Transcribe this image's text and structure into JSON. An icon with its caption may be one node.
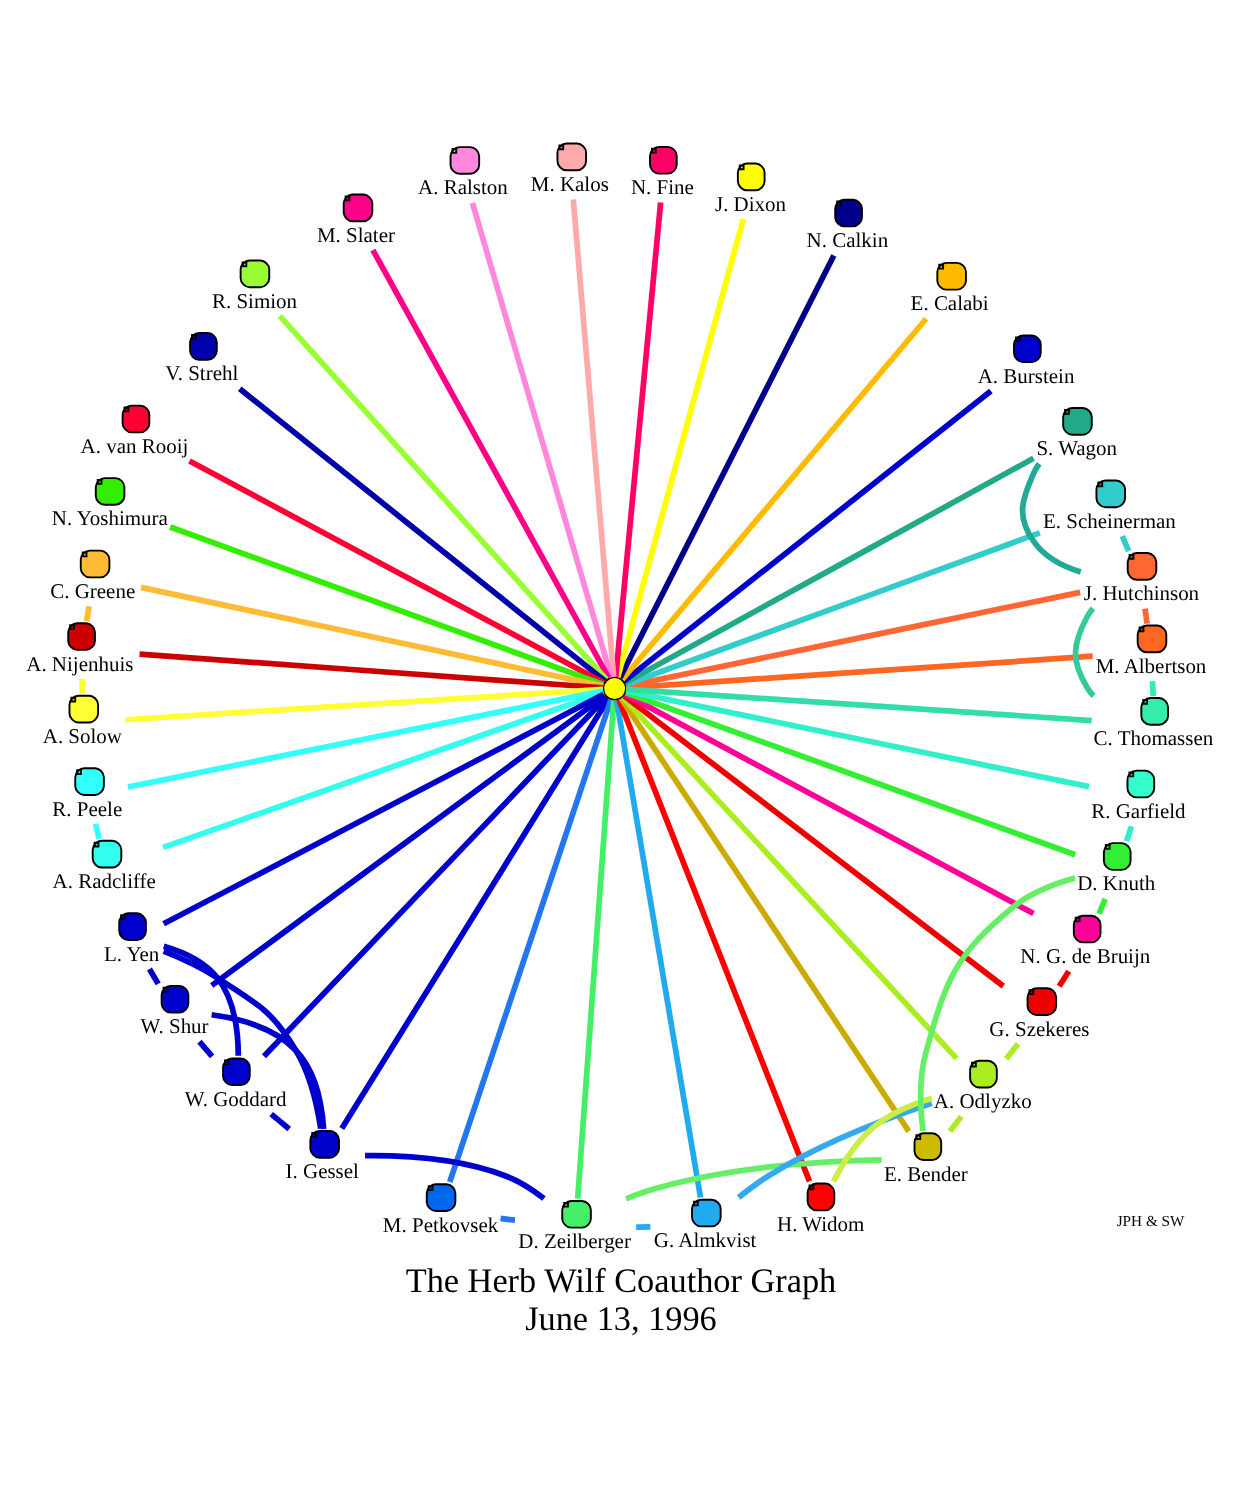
{
  "diagram": {
    "title": "The Herb Wilf Coauthor Graph",
    "caption": "June 13, 1996",
    "nodes": [
      {
        "text": [],
        "shape": "circle"
      },
      {
        "text": [
          "M. Albertson"
        ]
      },
      {
        "text": [
          "J. Hutchinson"
        ]
      },
      {
        "text": [
          "E. Scheinerman"
        ]
      },
      {
        "text": [
          "S. Wagon"
        ]
      },
      {
        "text": [
          "A. Burstein"
        ]
      },
      {
        "text": [
          "E. Calabi"
        ]
      },
      {
        "text": [
          "N. Calkin"
        ]
      },
      {
        "text": [
          "J. Dixon"
        ]
      },
      {
        "text": [
          "N. Fine"
        ]
      },
      {
        "text": [
          "M. Kalos"
        ]
      },
      {
        "text": [
          "A. Ralston"
        ]
      },
      {
        "text": [
          "M. Slater"
        ]
      },
      {
        "text": [
          "R. Simion"
        ]
      },
      {
        "text": [
          "V. Strehl"
        ]
      },
      {
        "text": [
          "A. van Rooij"
        ]
      },
      {
        "text": [
          "N. Yoshimura"
        ]
      },
      {
        "text": [
          "C. Greene"
        ]
      },
      {
        "text": [
          "A. Nijenhuis"
        ]
      },
      {
        "text": [
          "A. Solow"
        ]
      },
      {
        "text": [
          "R. Peele"
        ]
      },
      {
        "text": [
          "A. Radcliffe"
        ]
      },
      {
        "text": [
          "L. Yen"
        ]
      },
      {
        "text": [
          "W. Shur"
        ]
      },
      {
        "text": [
          "W. Goddard"
        ]
      },
      {
        "text": [
          "I. Gessel"
        ]
      },
      {
        "text": [
          "M. Petkovsek"
        ]
      },
      {
        "text": [
          "D. Zeilberger"
        ]
      },
      {
        "text": [
          "G. Almkvist"
        ]
      },
      {
        "text": [
          "H. Widom"
        ]
      },
      {
        "text": [
          "E. Bender"
        ]
      },
      {
        "text": [
          "A. Odlyzko"
        ]
      },
      {
        "text": [
          "G. Szekeres"
        ]
      },
      {
        "text": [
          "N. G. de Bruijn"
        ]
      },
      {
        "text": [
          "D. Knuth"
        ]
      },
      {
        "text": [
          "R. Garfield"
        ]
      },
      {
        "text": [
          "C. Thomassen"
        ]
      }
    ],
    "edges": [
      {
        "from": 0,
        "to": 1,
        "arrow": "none",
        "color": "#ff6622"
      },
      {
        "from": 0,
        "to": 2,
        "arrow": "none",
        "color": "#ff6633"
      },
      {
        "from": 0,
        "to": 3,
        "arrow": "none",
        "color": "#33cccc"
      },
      {
        "from": 0,
        "to": 4,
        "arrow": "none",
        "color": "#22aa88"
      },
      {
        "from": 0,
        "to": 5,
        "arrow": "none",
        "color": "#0000cc"
      },
      {
        "from": 0,
        "to": 6,
        "arrow": "none",
        "color": "#ffbb00"
      },
      {
        "from": 0,
        "to": 7,
        "arrow": "none",
        "color": "#000088"
      },
      {
        "from": 0,
        "to": 8,
        "arrow": "none",
        "color": "#ffff00"
      },
      {
        "from": 0,
        "to": 9,
        "arrow": "none",
        "color": "#ff0066"
      },
      {
        "from": 0,
        "to": 10,
        "arrow": "none",
        "color": "#ffaaaa"
      },
      {
        "from": 0,
        "to": 11,
        "arrow": "none",
        "color": "#ff88dd"
      },
      {
        "from": 0,
        "to": 12,
        "arrow": "none",
        "color": "#ff0088"
      },
      {
        "from": 0,
        "to": 13,
        "arrow": "none",
        "color": "#99ff33"
      },
      {
        "from": 0,
        "to": 14,
        "arrow": "none",
        "color": "#0000aa"
      },
      {
        "from": 0,
        "to": 15,
        "arrow": "none",
        "color": "#ff0033"
      },
      {
        "from": 0,
        "to": 16,
        "arrow": "none",
        "color": "#33ee00"
      },
      {
        "from": 0,
        "to": 17,
        "arrow": "none",
        "color": "#ffbb33"
      },
      {
        "from": 0,
        "to": 18,
        "arrow": "none",
        "color": "#cc0000"
      },
      {
        "from": 0,
        "to": 19,
        "arrow": "none",
        "color": "#ffff33"
      },
      {
        "from": 0,
        "to": 20,
        "arrow": "none",
        "color": "#33ffff"
      },
      {
        "from": 0,
        "to": 21,
        "arrow": "none",
        "color": "#33ffee"
      },
      {
        "from": 0,
        "to": 22,
        "arrow": "none",
        "color": "#0000cc"
      },
      {
        "from": 0,
        "to": 23,
        "arrow": "none",
        "color": "#0000cc"
      },
      {
        "from": 0,
        "to": 24,
        "arrow": "none",
        "color": "#0000cc"
      },
      {
        "from": 0,
        "to": 25,
        "arrow": "none",
        "color": "#0000cc"
      },
      {
        "from": 0,
        "to": 26,
        "arrow": "none",
        "color": "#2277ee"
      },
      {
        "from": 0,
        "to": 27,
        "arrow": "none",
        "color": "#44ee66"
      },
      {
        "from": 0,
        "to": 28,
        "arrow": "none",
        "color": "#22aaee"
      },
      {
        "from": 0,
        "to": 29,
        "arrow": "none",
        "color": "#ff0000"
      },
      {
        "from": 0,
        "to": 30,
        "arrow": "none",
        "color": "#ccaa00"
      },
      {
        "from": 0,
        "to": 31,
        "arrow": "none",
        "color": "#aaee22"
      },
      {
        "from": 0,
        "to": 32,
        "arrow": "none",
        "color": "#ee0000"
      },
      {
        "from": 0,
        "to": 33,
        "arrow": "none",
        "color": "#ff0099"
      },
      {
        "from": 0,
        "to": 34,
        "arrow": "none",
        "color": "#33ee33"
      },
      {
        "from": 0,
        "to": 35,
        "arrow": "none",
        "color": "#33eecc"
      },
      {
        "from": 0,
        "to": 36,
        "arrow": "none",
        "color": "#33ddaa"
      },
      {
        "from": 36,
        "to": 1,
        "arrow": "none",
        "color": "#33eeaa"
      },
      {
        "from": 1,
        "to": 2,
        "arrow": "none",
        "color": "#ff6633"
      },
      {
        "from": 2,
        "to": 3,
        "arrow": "none",
        "color": "#33cccc"
      },
      {
        "from": 36,
        "to": 2,
        "arrow": "none",
        "color": "#33cc99"
      },
      {
        "from": 2,
        "to": 4,
        "arrow": "none",
        "color": "#22aa99"
      },
      {
        "from": 34,
        "to": 35,
        "arrow": "none",
        "color": "#33eecc"
      },
      {
        "from": 33,
        "to": 34,
        "arrow": "none",
        "color": "#33ee33"
      },
      {
        "from": 32,
        "to": 33,
        "arrow": "none",
        "color": "#ee0000"
      },
      {
        "from": 31,
        "to": 32,
        "arrow": "none",
        "color": "#aaee22"
      },
      {
        "from": 30,
        "to": 31,
        "arrow": "none",
        "color": "#aaee22"
      },
      {
        "from": 34,
        "to": 30,
        "arrow": "none",
        "color": "#66ee66"
      },
      {
        "from": 31,
        "to": 29,
        "arrow": "none",
        "color": "#ccee44"
      },
      {
        "from": 31,
        "to": 28,
        "arrow": "none",
        "color": "#33aaee"
      },
      {
        "from": 30,
        "to": 27,
        "arrow": "none",
        "color": "#66ee66"
      },
      {
        "from": 28,
        "to": 27,
        "arrow": "none",
        "color": "#22aaee"
      },
      {
        "from": 27,
        "to": 26,
        "arrow": "none",
        "color": "#2277ee"
      },
      {
        "from": 27,
        "to": 25,
        "arrow": "none",
        "color": "#0000cc"
      },
      {
        "from": 25,
        "to": 24,
        "arrow": "none",
        "color": "#0000cc"
      },
      {
        "from": 24,
        "to": 23,
        "arrow": "none",
        "color": "#0000cc"
      },
      {
        "from": 23,
        "to": 22,
        "arrow": "none",
        "color": "#0000cc"
      },
      {
        "from": 25,
        "to": 23,
        "arrow": "none",
        "color": "#0000cc"
      },
      {
        "from": 25,
        "to": 22,
        "arrow": "none",
        "color": "#0000cc"
      },
      {
        "from": 24,
        "to": 22,
        "arrow": "none",
        "color": "#0000cc"
      },
      {
        "from": 21,
        "to": 20,
        "arrow": "none",
        "color": "#33ffff"
      },
      {
        "from": 19,
        "to": 18,
        "arrow": "none",
        "color": "#ffff33"
      },
      {
        "from": 18,
        "to": 17,
        "arrow": "none",
        "color": "#ffbb33"
      }
    ],
    "labels": [
      "JPH & SW"
    ]
  }
}
